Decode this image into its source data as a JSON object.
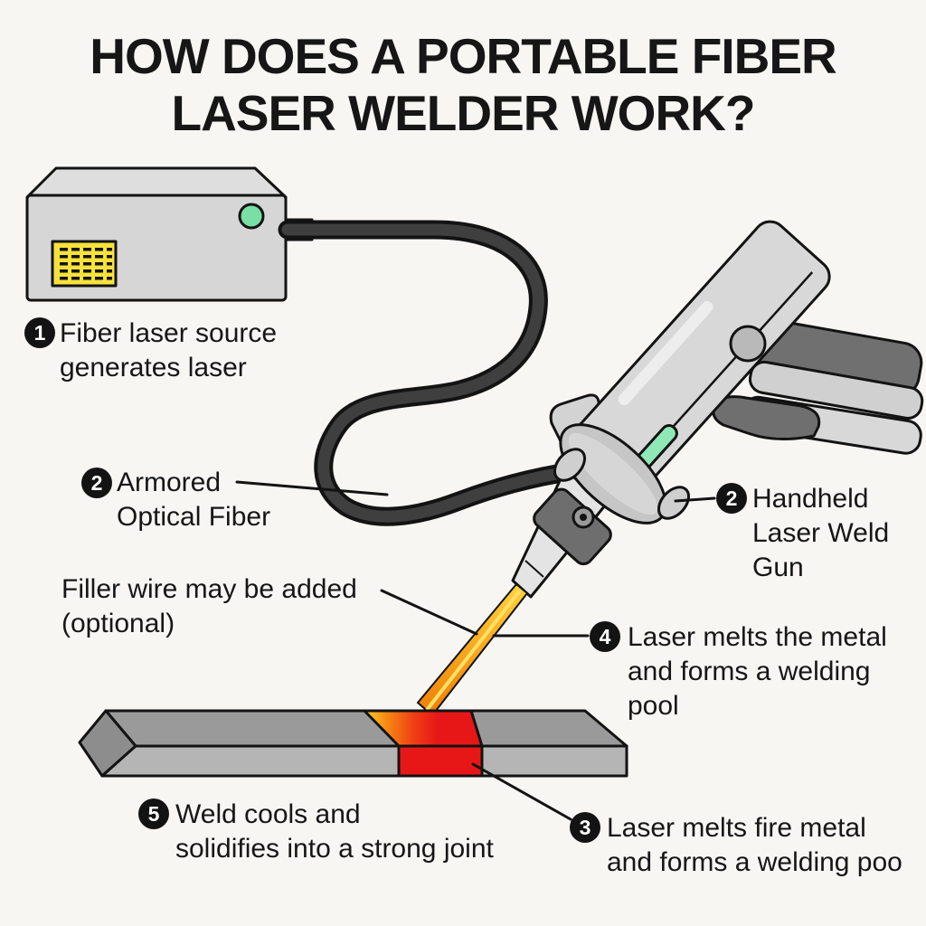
{
  "title": {
    "line1": "HOW DOES A PORTABLE FIBER",
    "line2": "LASER WELDER WORK?"
  },
  "callouts": {
    "fiber_laser_source": {
      "number": "1",
      "line1": "Fiber laser source",
      "line2": "generates laser"
    },
    "armored_optical_fiber": {
      "number": "2",
      "line1": "Armored",
      "line2": "Optical Fiber"
    },
    "handheld_gun": {
      "number": "2",
      "line1": "Handheld",
      "line2": "Laser Weld",
      "line3": "Gun"
    },
    "filler_wire": {
      "line1": "Filler wire may be added",
      "line2": "(optional)"
    },
    "laser_melts_metal": {
      "number": "4",
      "line1": "Laser melts the metal",
      "line2": "and forms a welding",
      "line3": "pool"
    },
    "laser_melts_fire_metal": {
      "number": "3",
      "line1": "Laser melts fire metal",
      "line2": "and forms a welding poo"
    },
    "weld_cools": {
      "number": "5",
      "line1": "Weld cools and",
      "line2": "solidifies into a strong joint"
    }
  },
  "colors": {
    "background": "#f7f6f3",
    "outline": "#131313",
    "device_front_gray": "#d6d6d6",
    "device_top_gray": "#dedede",
    "led_green": "#79dfa4",
    "grille_yellow": "#f6e23b",
    "cable_dark": "#3f3f3f",
    "gun_body_gray": "#d8d8d8",
    "gun_handle_dark": "#707070",
    "gun_band_light": "#d0d0d0",
    "indicator_green": "#8fe8b5",
    "metal_top_gray": "#9a9a9a",
    "metal_front_gray": "#b5b5b5",
    "metal_end_gray": "#8d8d8d",
    "weld_red": "#e81717",
    "beam_yellow": "#ffd23d",
    "beam_orange": "#f07d05"
  }
}
